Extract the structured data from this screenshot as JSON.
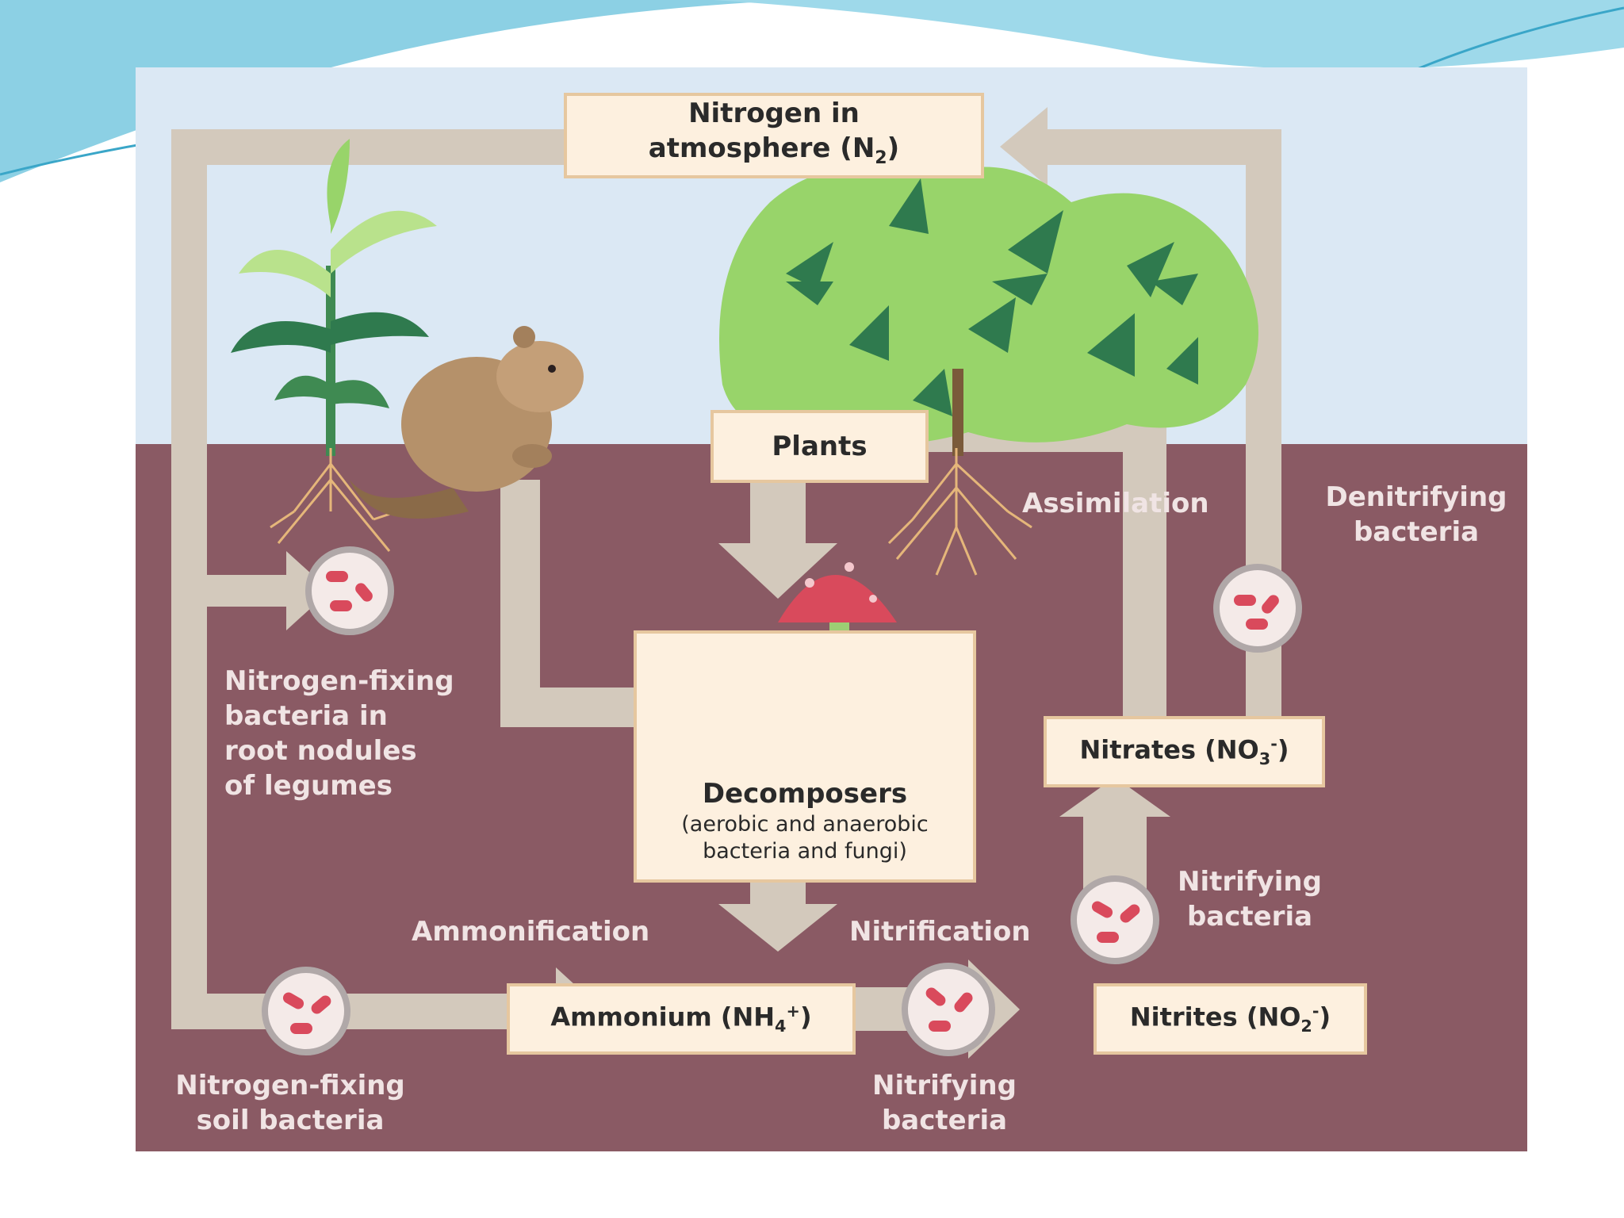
{
  "nodes": {
    "atmosphere": {
      "line1": "Nitrogen in",
      "line2": "atmosphere (N",
      "sub": "2",
      "end": ")"
    },
    "plants": "Plants",
    "decomposers": {
      "title": "Decomposers",
      "line1": "(aerobic and anaerobic",
      "line2": "bacteria and fungi)"
    },
    "ammonium": {
      "text": "Ammonium (NH",
      "sub": "4",
      "sup": "+",
      "end": ")"
    },
    "nitrites": {
      "text": "Nitrites (NO",
      "sub": "2",
      "sup": "-",
      "end": ")"
    },
    "nitrates": {
      "text": "Nitrates (NO",
      "sub": "3",
      "sup": "-",
      "end": ")"
    }
  },
  "labels": {
    "assimilation": "Assimilation",
    "denitrifying": [
      "Denitrifying",
      "bacteria"
    ],
    "fixing_legumes": [
      "Nitrogen-fixing",
      "bacteria in",
      "root nodules",
      "of legumes"
    ],
    "fixing_soil": [
      "Nitrogen-fixing",
      "soil bacteria"
    ],
    "ammonification": "Ammonification",
    "nitrification": "Nitrification",
    "nitrifying_bottom": [
      "Nitrifying",
      "bacteria"
    ],
    "nitrifying_right": [
      "Nitrifying",
      "bacteria"
    ]
  },
  "colors": {
    "sky": "#dbe8f4",
    "soil": "#8a5a64",
    "arrow": "#d3c9bc",
    "box_fill": "#fdf0df",
    "box_border": "#e6c79f",
    "bacteria": "#d94a5c",
    "leaf_light": "#98d46a",
    "leaf_dark": "#2f7a4e"
  }
}
